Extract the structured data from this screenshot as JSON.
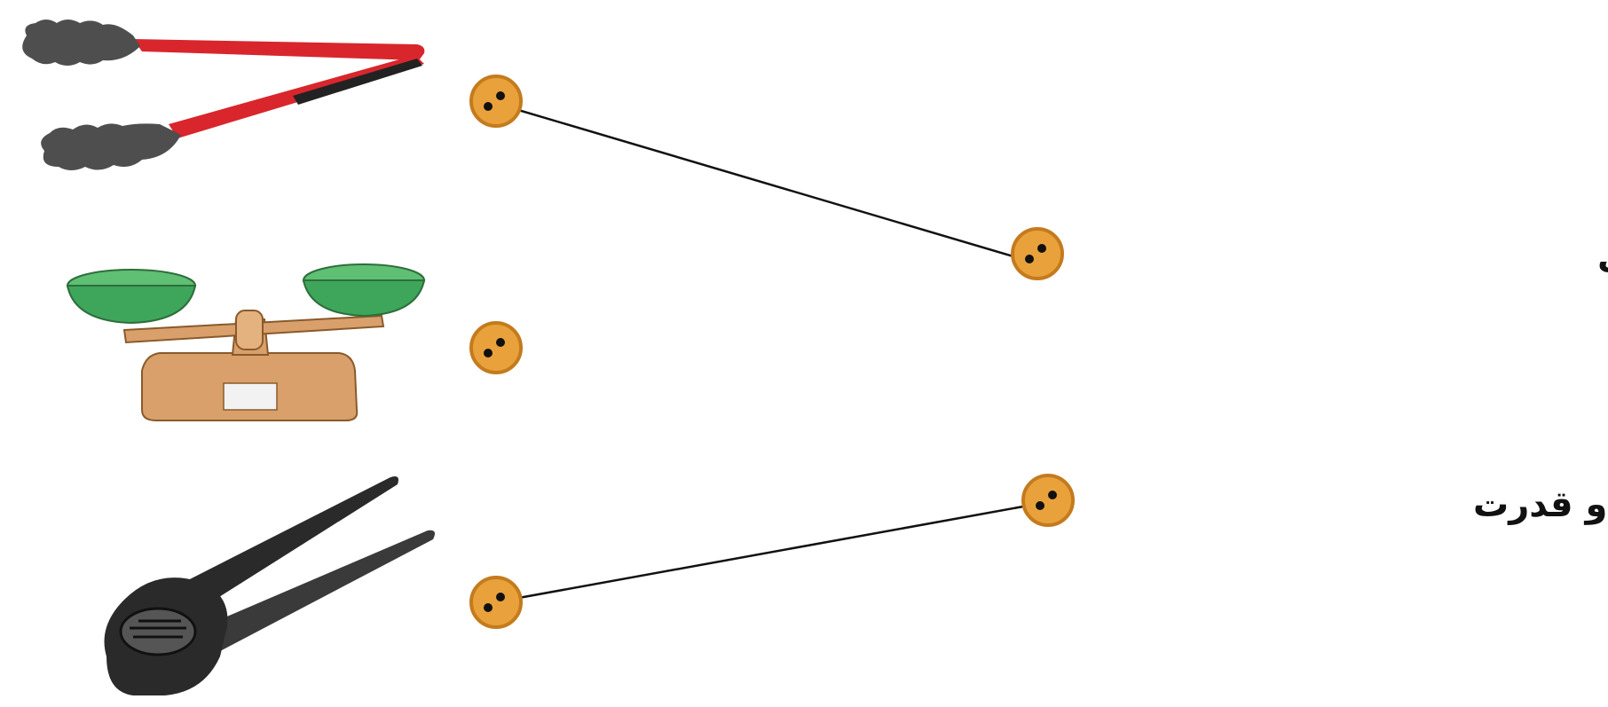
{
  "colors": {
    "dot_fill": "#E9A23B",
    "dot_ring": "#C47B1E",
    "line": "#111111",
    "tongs_handle": "#D8262C",
    "tongs_metal": "#555555",
    "scale_bowl": "#3EA65A",
    "scale_body": "#D9A06B",
    "cracker": "#2A2A2A"
  },
  "items": [
    {
      "id": "tongs",
      "icon": "kitchen-tongs-icon"
    },
    {
      "id": "scale",
      "icon": "balance-scale-icon"
    },
    {
      "id": "nutcracker",
      "icon": "nutcracker-icon"
    }
  ],
  "labels": [
    {
      "id": "speed",
      "text": "افزایش سرعت و جابه‌جایی"
    },
    {
      "id": "force",
      "text": "افزایش نیرو و قدرت"
    }
  ],
  "connections": [
    {
      "from": "tongs",
      "to": "speed"
    },
    {
      "from": "nutcracker",
      "to": "force"
    }
  ]
}
